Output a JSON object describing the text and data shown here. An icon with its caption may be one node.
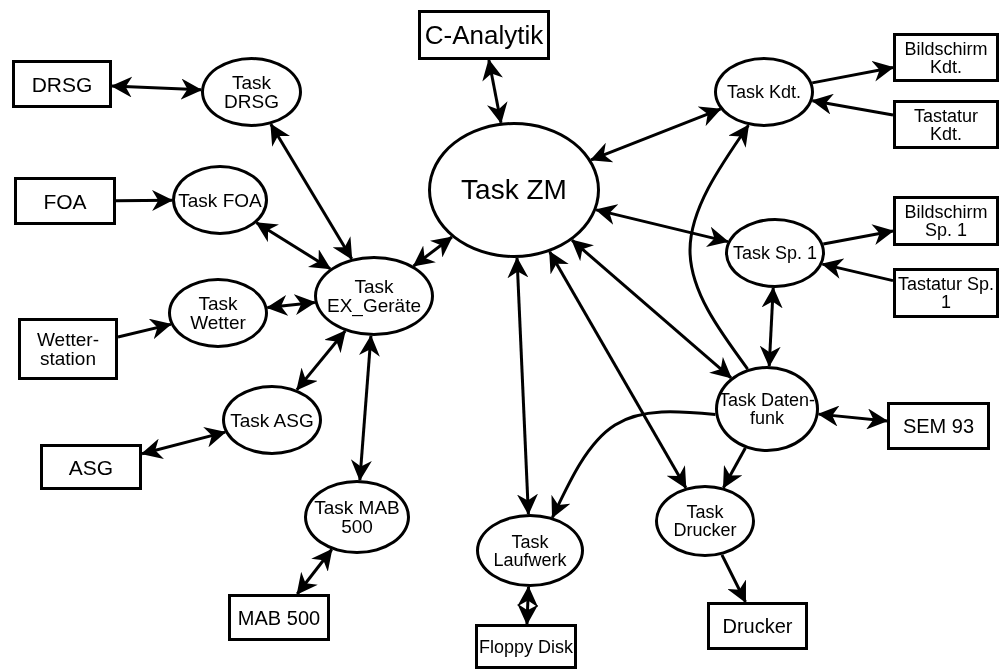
{
  "diagram": {
    "nodes": [
      {
        "text": [
          "C-Analytik"
        ]
      },
      {
        "text": [
          "Task ZM"
        ]
      },
      {
        "text": [
          "DRSG"
        ]
      },
      {
        "text": [
          "Task DRSG"
        ]
      },
      {
        "text": [
          "FOA"
        ]
      },
      {
        "text": [
          "Task FOA"
        ]
      },
      {
        "text": [
          "Task EX_Geräte"
        ]
      },
      {
        "text": [
          "Task Wetter"
        ]
      },
      {
        "text": [
          "Wetter- station"
        ]
      },
      {
        "text": [
          "Task ASG"
        ]
      },
      {
        "text": [
          "ASG"
        ]
      },
      {
        "text": [
          "Task MAB 500"
        ]
      },
      {
        "text": [
          "MAB 500"
        ]
      },
      {
        "text": [
          "Task Kdt."
        ]
      },
      {
        "text": [
          "Bildschirm Kdt."
        ]
      },
      {
        "text": [
          "Tastatur Kdt."
        ]
      },
      {
        "text": [
          "Task Sp. 1"
        ]
      },
      {
        "text": [
          "Bildschirm Sp. 1"
        ]
      },
      {
        "text": [
          "Tastatur Sp. 1"
        ]
      },
      {
        "text": [
          "Task Daten- funk"
        ]
      },
      {
        "text": [
          "SEM 93"
        ]
      },
      {
        "text": [
          "Task Laufwerk"
        ]
      },
      {
        "text": [
          "Task Drucker"
        ]
      },
      {
        "text": [
          "Floppy Disk"
        ]
      },
      {
        "text": [
          "Drucker"
        ]
      }
    ],
    "edges": [
      {
        "from": 0,
        "to": 1,
        "arrow": "both"
      },
      {
        "from": 2,
        "to": 3,
        "arrow": "both"
      },
      {
        "from": 3,
        "to": 6,
        "arrow": "both"
      },
      {
        "from": 4,
        "to": 5,
        "arrow": "to"
      },
      {
        "from": 5,
        "to": 6,
        "arrow": "both"
      },
      {
        "from": 7,
        "to": 6,
        "arrow": "both"
      },
      {
        "from": 8,
        "to": 7,
        "arrow": "to"
      },
      {
        "from": 6,
        "to": 9,
        "arrow": "both"
      },
      {
        "from": 10,
        "to": 9,
        "arrow": "both"
      },
      {
        "from": 6,
        "to": 11,
        "arrow": "both"
      },
      {
        "from": 12,
        "to": 11,
        "arrow": "both"
      },
      {
        "from": 1,
        "to": 6,
        "arrow": "both"
      },
      {
        "from": 1,
        "to": 13,
        "arrow": "both"
      },
      {
        "from": 13,
        "to": 14,
        "arrow": "to"
      },
      {
        "from": 15,
        "to": 13,
        "arrow": "to"
      },
      {
        "from": 1,
        "to": 16,
        "arrow": "both"
      },
      {
        "from": 16,
        "to": 17,
        "arrow": "to"
      },
      {
        "from": 18,
        "to": 16,
        "arrow": "to"
      },
      {
        "from": 16,
        "to": 19,
        "arrow": "both"
      },
      {
        "from": 19,
        "to": 13,
        "arrow": "to"
      },
      {
        "from": 1,
        "to": 19,
        "arrow": "both"
      },
      {
        "from": 19,
        "to": 20,
        "arrow": "both"
      },
      {
        "from": 1,
        "to": 21,
        "arrow": "both"
      },
      {
        "from": 1,
        "to": 22,
        "arrow": "both"
      },
      {
        "from": 19,
        "to": 21,
        "arrow": "to"
      },
      {
        "from": 19,
        "to": 22,
        "arrow": "to"
      },
      {
        "from": 21,
        "to": 23,
        "arrow": "both"
      },
      {
        "from": 22,
        "to": 24,
        "arrow": "to"
      }
    ]
  }
}
